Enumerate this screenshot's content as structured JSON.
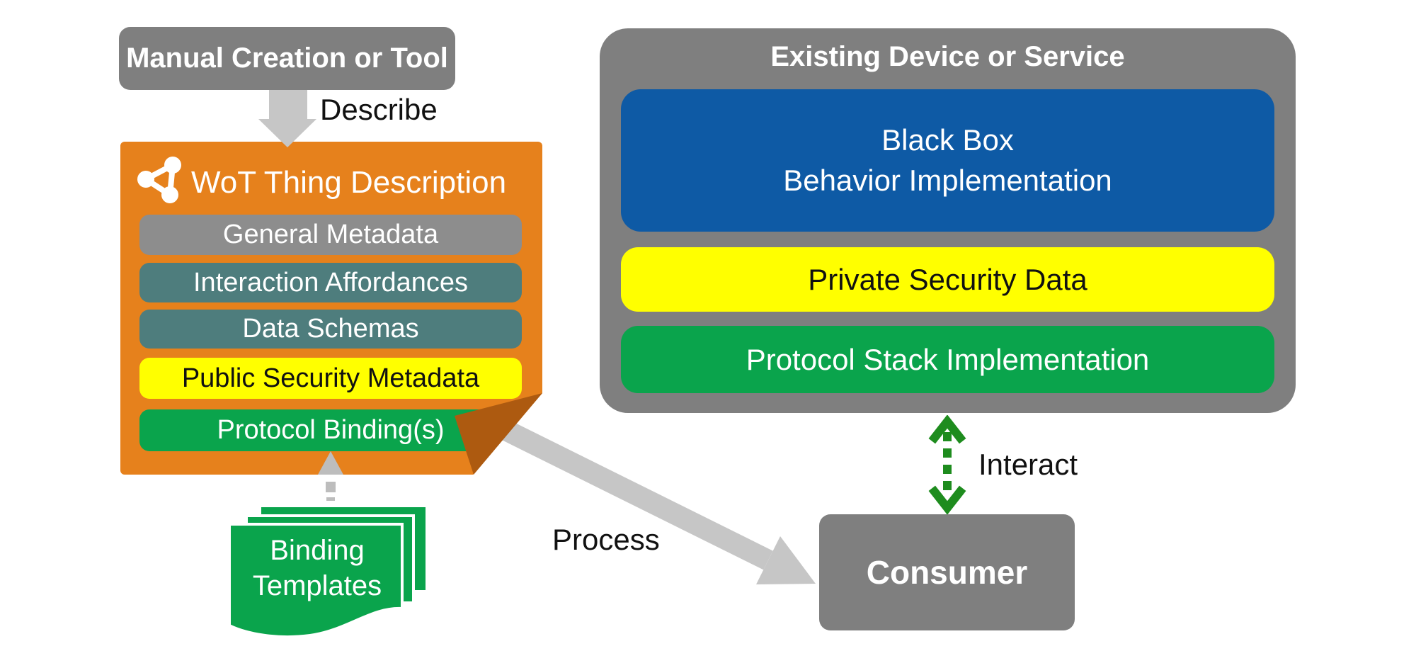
{
  "colors": {
    "box_gray": "#7f7f7f",
    "inner_gray": "#8d8d8d",
    "orange": "#e6811c",
    "fold_orange": "#ad5a10",
    "teal": "#4e7d7d",
    "yellow": "#ffff00",
    "green": "#0aa44c",
    "blue": "#0e5aa5",
    "arrow_gray": "#c6c6c6",
    "dash_gray": "#bdbdbd",
    "interact_green": "#1e8c1e"
  },
  "left_flow": {
    "manual_box_label": "Manual Creation or Tool",
    "describe_label": "Describe",
    "thing_description": {
      "icon": "wot-graph-icon",
      "title": "WoT Thing Description",
      "sections": [
        {
          "label": "General Metadata"
        },
        {
          "label": "Interaction Affordances"
        },
        {
          "label": "Data Schemas"
        },
        {
          "label": "Public Security Metadata"
        },
        {
          "label": "Protocol Binding(s)"
        }
      ]
    },
    "binding_templates": {
      "line1": "Binding",
      "line2": "Templates"
    },
    "process_label": "Process"
  },
  "right_flow": {
    "device_box": {
      "title": "Existing Device or Service",
      "layers": [
        {
          "line1": "Black Box",
          "line2": "Behavior Implementation"
        },
        {
          "label": "Private Security Data"
        },
        {
          "label": "Protocol Stack Implementation"
        }
      ]
    },
    "interact_label": "Interact",
    "consumer_label": "Consumer"
  }
}
